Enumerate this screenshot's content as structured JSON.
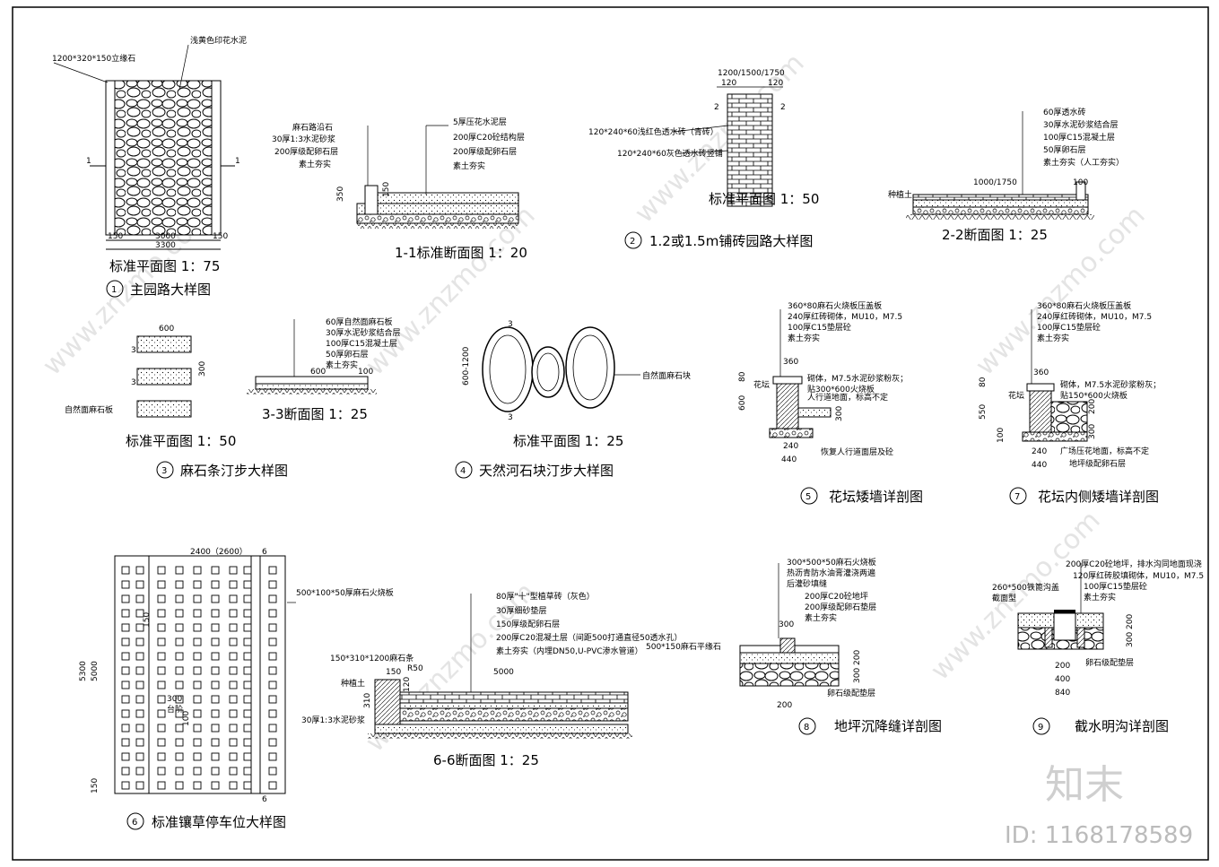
{
  "watermark": {
    "site": "www.znzmo.com",
    "brand": "知末",
    "id": "ID: 1168178589"
  },
  "d1": {
    "num": "1",
    "title": "主园路大样图",
    "subtitle": "标准平面图 1：75",
    "label_curb": "1200*320*150立缘石",
    "label_surface": "浅黄色印花水泥",
    "dim_total": "3300",
    "dim_mid": "3000",
    "dim_side1": "150",
    "dim_side2": "150",
    "sec": "1"
  },
  "s11": {
    "title": "1-1标准断面图 1：20",
    "layers": [
      "5厚压花水泥层",
      "200厚C20砼结构层",
      "200厚级配卵石层",
      "素土夯实"
    ],
    "curb_layers": [
      "麻石路沿石",
      "30厚1:3水泥砂浆",
      "200厚级配卵石层",
      "素土夯实"
    ],
    "dim_h": "350",
    "dim_w": "150"
  },
  "d2": {
    "num": "2",
    "title": "1.2或1.5m铺砖园路大样图",
    "subtitle": "标准平面图 1：50",
    "dim_top": "1200/1500/1750",
    "dim_side1": "120",
    "dim_side2": "120",
    "sec": "2",
    "label_a": "120*240*60浅红色透水砖（青砖）",
    "label_b": "120*240*60灰色透水砖竖铺"
  },
  "s22": {
    "title": "2-2断面图 1：25",
    "layers": [
      "60厚透水砖",
      "30厚水泥砂浆结合层",
      "100厚C15混凝土层",
      "50厚卵石层",
      "素土夯实（人工夯实）"
    ],
    "dim_w": "1000/1750",
    "dim_curb": "100",
    "label_plant": "种植土"
  },
  "d3": {
    "num": "3",
    "title": "麻石条汀步大样图",
    "subtitle": "标准平面图 1：50",
    "dim_w": "600",
    "dim_gap": "300",
    "dim_h": "300",
    "label_stone": "自然面麻石板",
    "sec": "3"
  },
  "s33": {
    "title": "3-3断面图 1：25",
    "layers": [
      "60厚自然面麻石板",
      "30厚水泥砂浆结合层",
      "100厚C15混凝土层",
      "50厚卵石层",
      "素土夯实"
    ],
    "dim_w": "600",
    "dim_h": "100"
  },
  "d4": {
    "num": "4",
    "title": "天然河石块汀步大样图",
    "subtitle": "标准平面图 1：25",
    "dim_h": "600-1200",
    "label_stone": "自然面麻石块",
    "sec": "3"
  },
  "d5": {
    "num": "5",
    "title": "花坛矮墙详剖图",
    "layers": [
      "360*80麻石火烧板压盖板",
      "240厚红砖砌体，MU10，M7.5",
      "100厚C15垫层砼",
      "素土夯实"
    ],
    "note1": "砌体，M7.5水泥砂浆粉灰；",
    "note2": "贴300*600火烧板",
    "note3": "人行道地面，标高不定",
    "note4": "恢复人行道面层及砼",
    "dim_top": "360",
    "dim_b1": "240",
    "dim_b2": "440",
    "dim_h": "600",
    "dim_80": "80",
    "dim_300": "300",
    "label_planter": "花坛"
  },
  "d7": {
    "num": "7",
    "title": "花坛内侧矮墙详剖图",
    "layers": [
      "360*80麻石火烧板压盖板",
      "240厚红砖砌体，MU10，M7.5",
      "100厚C15垫层砼",
      "素土夯实"
    ],
    "note1": "砌体，M7.5水泥砂浆粉灰；",
    "note2": "贴150*600火烧板",
    "note3": "广场压花地面，标高不定",
    "note4": "地坪级配卵石层",
    "dim_top": "360",
    "dim_b1": "240",
    "dim_b2": "440",
    "dim_h": "550",
    "dim_80": "80",
    "dim_100": "100",
    "dim_300": "300",
    "dim_200": "200",
    "label_planter": "花坛"
  },
  "d6": {
    "num": "6",
    "title": "标准镶草停车位大样图",
    "dim_top": "2400（2600）",
    "dim_h1": "5300",
    "dim_h2": "5000",
    "dim_150": "150",
    "dim_300": "300",
    "dim_100": "100",
    "label_curb": "500*100*50厚麻石火烧板",
    "label_center": "台阶",
    "sec": "6"
  },
  "s66": {
    "title": "6-6断面图 1：25",
    "layers": [
      "80厚\"十\"型植草砖（灰色）",
      "30厚细砂垫层",
      "150厚级配卵石层",
      "200厚C20混凝土层（间距500打通直径50透水孔）",
      "素土夯实（内埋DN50,U-PVC渗水管道）"
    ],
    "label_curb": "150*310*1200麻石条",
    "label_edge": "500*150麻石平缘石",
    "label_soil": "种植土",
    "label_mortar": "30厚1:3水泥砂浆",
    "dim_w": "5000",
    "dim_150": "150",
    "dim_310": "310",
    "dim_r": "R50",
    "dim_120": "120"
  },
  "d8": {
    "num": "8",
    "title": "地坪沉降缝详剖图",
    "layers": [
      "300*500*50麻石火烧板",
      "热沥青防水油膏灌浇两遍",
      "后灌砂填缝",
      "200厚C20砼地坪",
      "200厚级配卵石垫层",
      "素土夯实"
    ],
    "note": "卵石级配垫层",
    "dim_300": "300",
    "dim_200": "200",
    "dim_h": "300 200"
  },
  "d9": {
    "num": "9",
    "title": "截水明沟详剖图",
    "layers": [
      "200厚C20砼地坪，排水沟同地面现浇",
      "120厚红砖胶填砌体，MU10，M7.5",
      "100厚C15垫层砼",
      "素土夯实"
    ],
    "label_cover": "260*500铁篦沟盖",
    "label_type": "截面型",
    "note": "卵石级配垫层",
    "dim_200": "200",
    "dim_400": "400",
    "dim_840": "840",
    "dim_h": "300 200"
  }
}
